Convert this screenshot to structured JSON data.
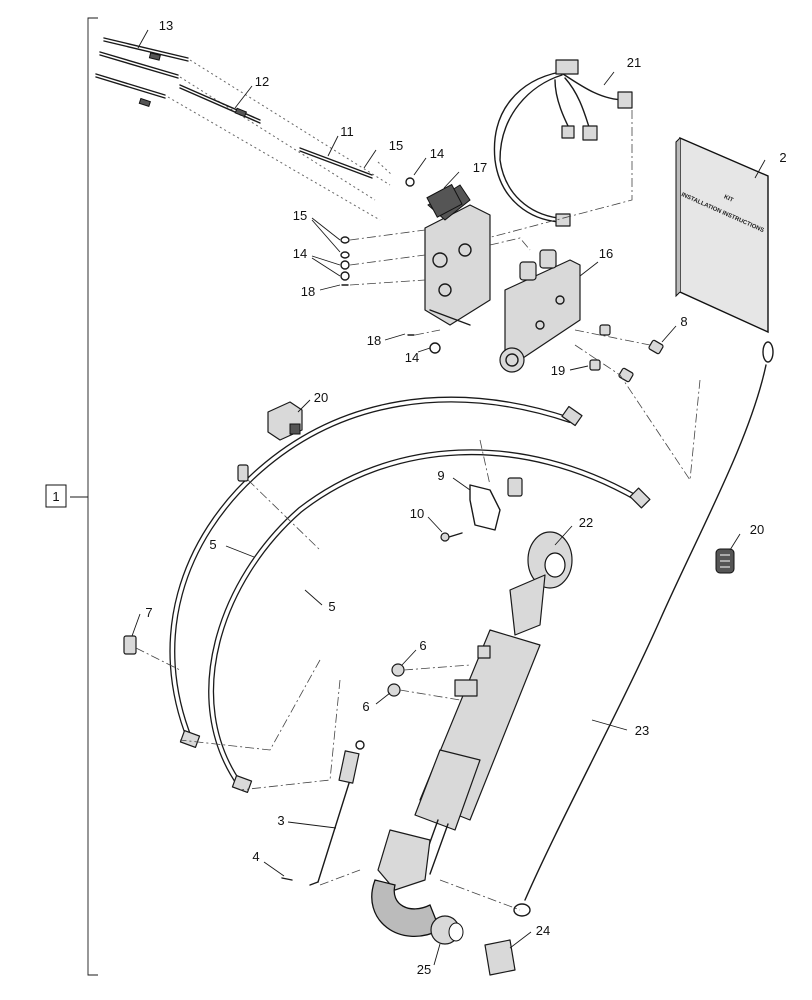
{
  "assembly_callout": "1",
  "callouts": {
    "c2": "2",
    "c3": "3",
    "c4": "4",
    "c5a": "5",
    "c5b": "5",
    "c6a": "6",
    "c6b": "6",
    "c7": "7",
    "c8": "8",
    "c9": "9",
    "c10": "10",
    "c11": "11",
    "c12": "12",
    "c13": "13",
    "c14a": "14",
    "c14b": "14",
    "c14c": "14",
    "c15a": "15",
    "c15b": "15",
    "c16": "16",
    "c17": "17",
    "c18a": "18",
    "c18b": "18",
    "c19": "19",
    "c20a": "20",
    "c20b": "20",
    "c21": "21",
    "c22": "22",
    "c23": "23",
    "c24": "24",
    "c25": "25"
  },
  "manual": {
    "line1": "KIT",
    "line2": "INSTALLATION INSTRUCTIONS"
  }
}
